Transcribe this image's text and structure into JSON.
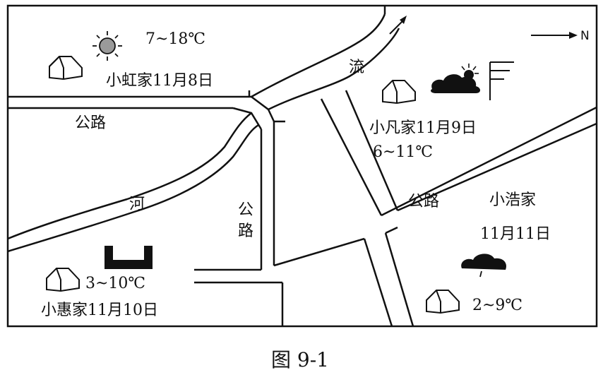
{
  "map": {
    "north_label": "N",
    "river_char_1": "流",
    "river_char_2": "河",
    "road_label_left": "公路",
    "road_label_vertical_1": "公",
    "road_label_vertical_2": "路",
    "road_label_right": "公路",
    "caption": "图 9-1"
  },
  "houses": {
    "xiaohong": {
      "label": "小虹家11月8日",
      "temp": "7~18℃",
      "weather_icon": "sun-icon"
    },
    "xiaofan": {
      "label": "小凡家11月9日",
      "temp": "6~11℃",
      "weather_icon": "cloudy-sun-icon",
      "wind_icon": "wind-flag-icon"
    },
    "xiaohao": {
      "label_name": "小浩家",
      "label_date": "11月11日",
      "temp": "2~9℃",
      "weather_icon": "rain-cloud-icon"
    },
    "xiaohui": {
      "label": "小惠家11月10日",
      "temp": "3~10℃",
      "weather_icon": "cold-front-icon"
    }
  },
  "colors": {
    "ink": "#111111",
    "sun_fill": "#9a9a9a",
    "paper": "#ffffff"
  }
}
